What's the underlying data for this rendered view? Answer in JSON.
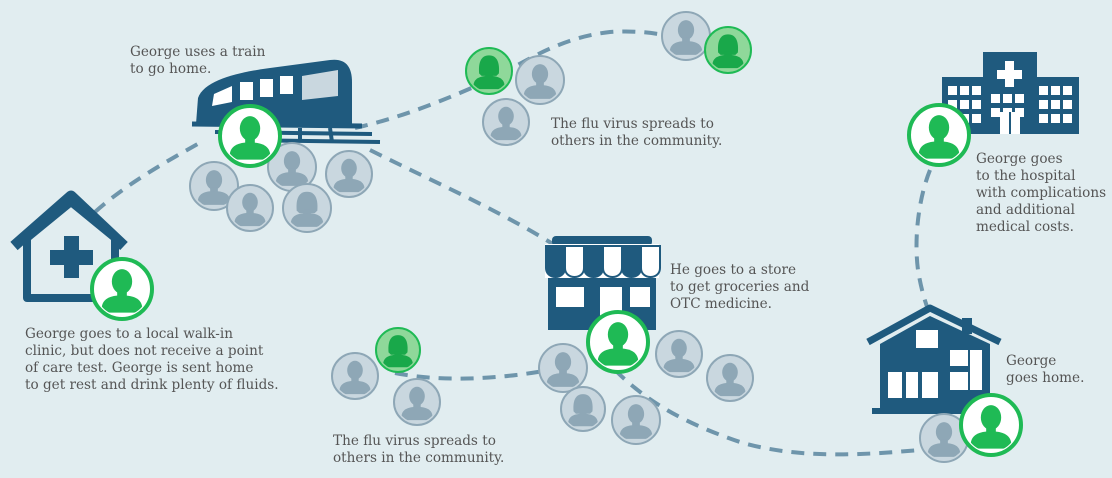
{
  "colors": {
    "background": "#e1edf0",
    "path": "#6e95ab",
    "building": "#1f5a7e",
    "building_light": "#ffffff",
    "george_green": "#1fba55",
    "infected_fill": "#8fd89a",
    "infected_figure": "#19a84a",
    "person_fill": "#c9d7df",
    "person_figure": "#8ea7b6",
    "text": "#555555"
  },
  "icons": {
    "clinic": "clinic-building-icon",
    "train": "train-icon",
    "store": "store-icon",
    "house": "house-icon",
    "hospital": "hospital-icon",
    "person": "person-avatar-icon"
  },
  "captions": {
    "train": [
      "George uses a train",
      "to go home."
    ],
    "spread_top": [
      "The flu virus spreads to",
      "others in the community."
    ],
    "hospital": [
      "George goes",
      "to the hospital",
      "with complications",
      "and additional",
      "medical costs."
    ],
    "clinic": [
      "George goes to a local walk-in",
      "clinic, but does not receive a point",
      "of care test. George is sent home",
      "to get rest and drink plenty of fluids."
    ],
    "store": [
      "He goes to a store",
      "to get groceries and",
      "OTC medicine."
    ],
    "spread_bottom": [
      "The flu virus spreads to",
      "others in the community."
    ],
    "house": [
      "George",
      "goes home."
    ]
  }
}
